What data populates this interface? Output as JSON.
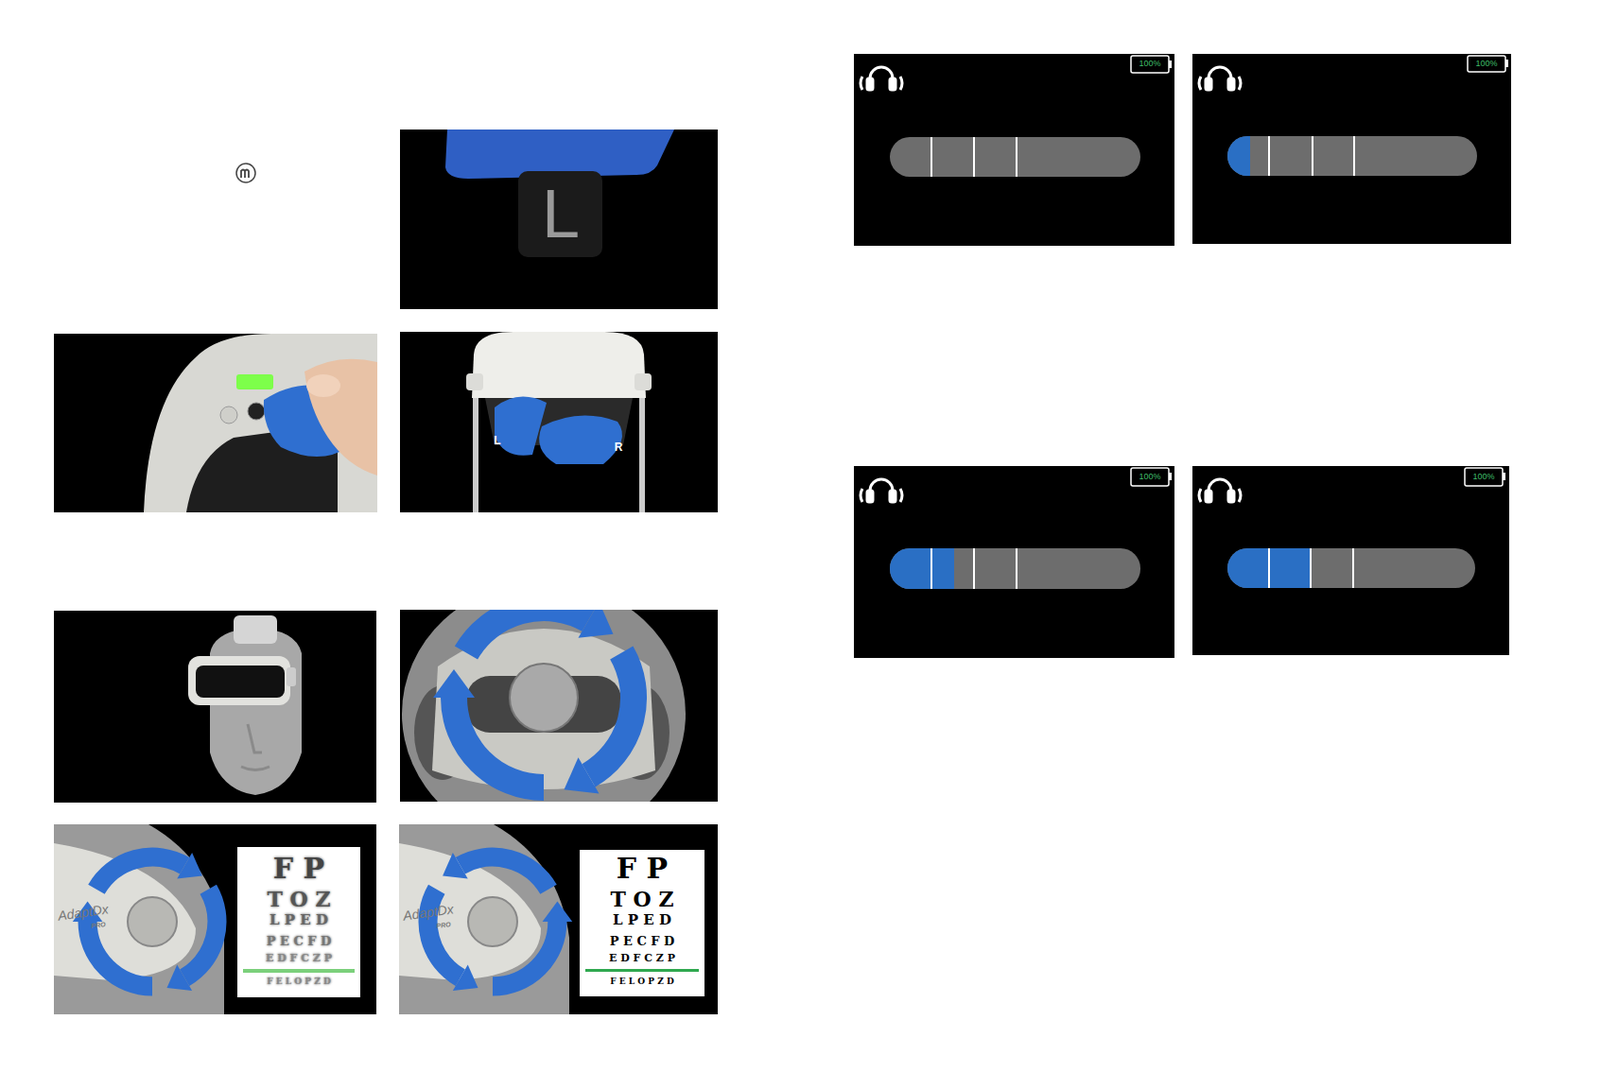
{
  "diagram": {
    "labels": [
      "L",
      "L",
      "R",
      "AdaptDx",
      "PRO",
      "F P",
      "T O Z",
      "L P E D",
      "P E C F D",
      "E D F C Z P",
      "F E L O P Z D",
      "AdaptDx",
      "PRO",
      "F P",
      "T O Z",
      "L P E D",
      "P E C F D",
      "E D F C Z P",
      "F E L O P Z D",
      "100%",
      "100%",
      "100%",
      "100%"
    ]
  }
}
